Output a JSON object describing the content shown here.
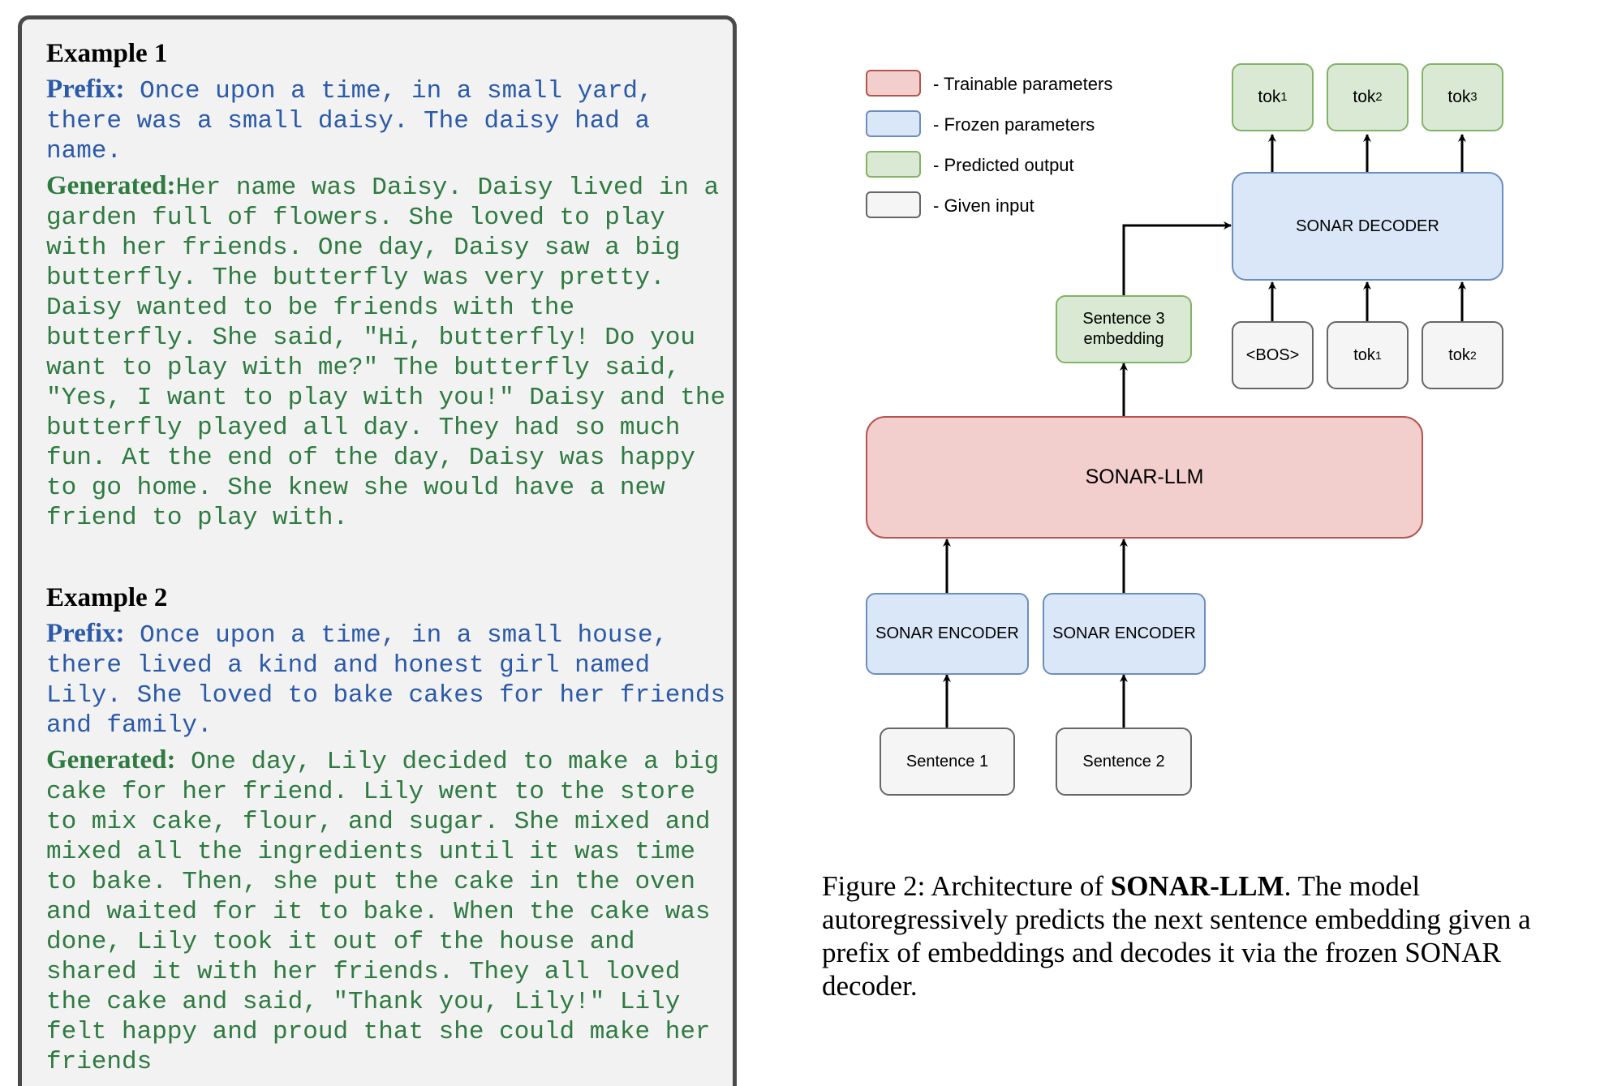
{
  "examples": [
    {
      "title": "Example 1",
      "prefix_label": "Prefix:",
      "prefix_text": "Once upon a time, in a small yard, there was a small daisy. The daisy had a name.",
      "generated_label": "Generated:",
      "generated_text": "Her name was Daisy. Daisy lived in a garden full of flowers. She loved to play with her friends. One day, Daisy saw a big butterfly. The butterfly was very pretty. Daisy wanted to be friends with the butterfly. She said, \"Hi, butterfly! Do you want to play with me?\" The butterfly said, \"Yes, I want to play with you!\" Daisy and the butterfly played all day. They had so much fun. At the end of the day, Daisy was happy to go home. She knew she would have a new friend to play with."
    },
    {
      "title": "Example 2",
      "prefix_label": "Prefix:",
      "prefix_text": "Once upon a time, in a small house, there lived a kind and honest girl named Lily. She loved to bake cakes for her friends and family.",
      "generated_label": "Generated:",
      "generated_text": "One day, Lily decided to make a big cake for her friend. Lily went to the store to mix cake, flour, and sugar. She mixed and mixed all the ingredients until it was time to bake. Then, she put the cake in the oven and waited for it to bake. When the cake was done, Lily took it out of the house and shared it with her friends. They all loved the cake and said, \"Thank you, Lily!\" Lily felt happy and proud that she could make her friends"
    }
  ],
  "legend": [
    {
      "label": "- Trainable parameters",
      "color": "#f2cfcd"
    },
    {
      "label": "- Frozen parameters",
      "color": "#dae7f8"
    },
    {
      "label": "- Predicted output",
      "color": "#d9e9d3"
    },
    {
      "label": "- Given input",
      "color": "#f5f5f5"
    }
  ],
  "diagram": {
    "sonar_llm": "SONAR-LLM",
    "decoder": "SONAR DECODER",
    "encoder1": "SONAR ENCODER",
    "encoder2": "SONAR ENCODER",
    "sentence1": "Sentence 1",
    "sentence2": "Sentence 2",
    "embedding": "Sentence 3 embedding",
    "out_tokens": [
      {
        "base": "tok",
        "sub": "1"
      },
      {
        "base": "tok",
        "sub": "2"
      },
      {
        "base": "tok",
        "sub": "3"
      }
    ],
    "in_tokens": [
      {
        "base": "<BOS>",
        "sub": ""
      },
      {
        "base": "tok",
        "sub": "1"
      },
      {
        "base": "tok",
        "sub": "2"
      }
    ]
  },
  "caption": {
    "prefix": "Figure 2: Architecture of ",
    "bold": "SONAR-LLM",
    "rest": ". The model autoregressively predicts the next sentence embedding given a prefix of embeddings and decodes it via the frozen SONAR decoder."
  }
}
